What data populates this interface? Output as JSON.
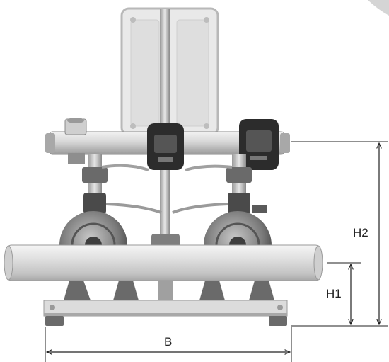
{
  "colors": {
    "background": "#ffffff",
    "dimension_line": "#222222",
    "metal_light": "#e3e3e3",
    "metal_mid": "#bdbdbd",
    "metal_dark": "#8e8e8e",
    "panel": "#e9e9e9",
    "controller": "#2c2c2c"
  },
  "dimensions": {
    "width_label": "B",
    "outlet_height_label": "H2",
    "inlet_height_label": "H1"
  }
}
